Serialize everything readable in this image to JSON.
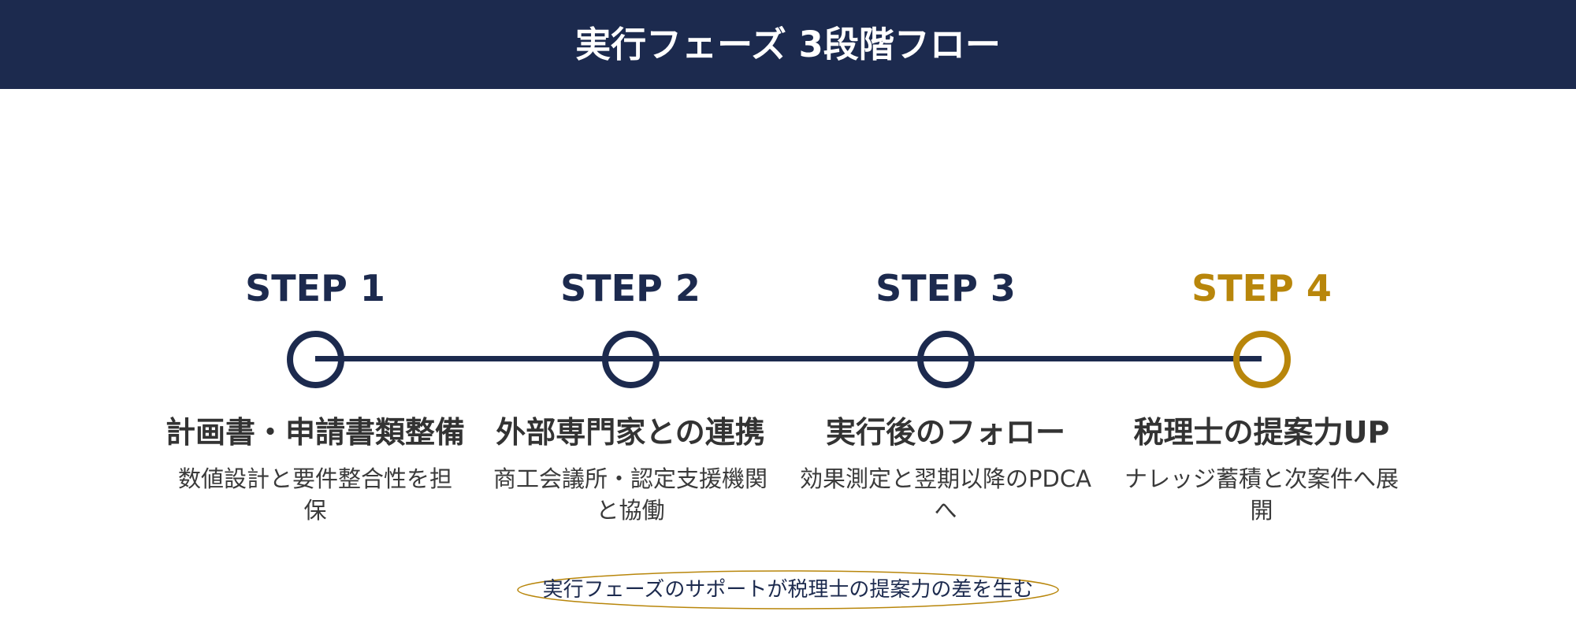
{
  "header": {
    "title": "実行フェーズ 3段階フロー"
  },
  "steps": [
    {
      "label": "STEP 1",
      "title": "計画書・申請書類整備",
      "description": "数値設計と要件整合性を担保",
      "color": "#1c2a4e"
    },
    {
      "label": "STEP 2",
      "title": "外部専門家との連携",
      "description": "商工会議所・認定支援機関と協働",
      "color": "#1c2a4e"
    },
    {
      "label": "STEP 3",
      "title": "実行後のフォロー",
      "description": "効果測定と翌期以降のPDCAへ",
      "color": "#1c2a4e"
    },
    {
      "label": "STEP 4",
      "title": "税理士の提案力UP",
      "description": "ナレッジ蓄積と次案件へ展開",
      "color": "#b8860b"
    }
  ],
  "note": {
    "text": "実行フェーズのサポートが税理士の提案力の差を生む"
  },
  "colors": {
    "navy": "#1c2a4e",
    "gold": "#b8860b"
  }
}
